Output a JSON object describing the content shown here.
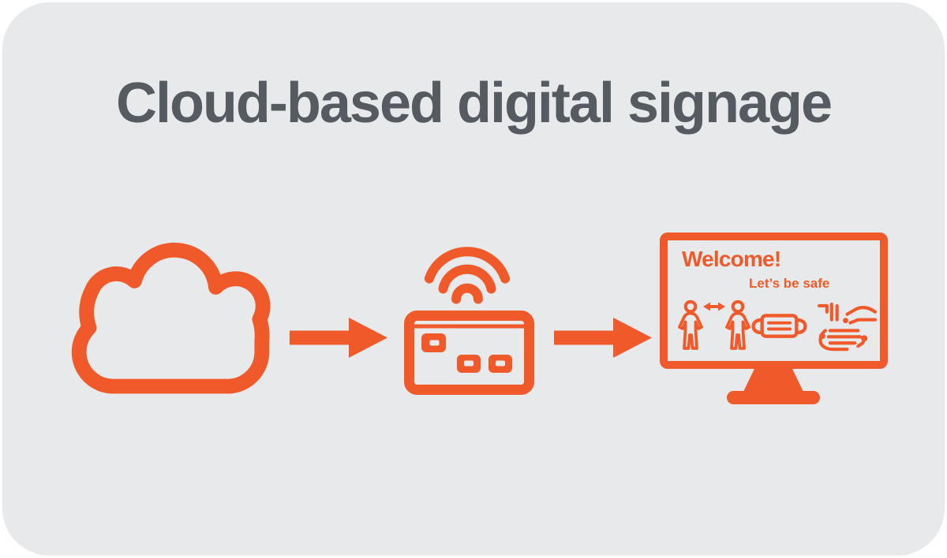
{
  "title": "Cloud-based digital signage",
  "colors": {
    "accent": "#F05A2B",
    "title_text": "#565B62",
    "card_background": "#E8E9EA",
    "page_background": "#FFFFFF"
  },
  "flow": {
    "steps": [
      {
        "icon": "cloud-icon"
      },
      {
        "icon": "arrow-right-icon"
      },
      {
        "icon": "wifi-media-player-icon"
      },
      {
        "icon": "arrow-right-icon"
      },
      {
        "icon": "digital-signage-monitor-icon"
      }
    ]
  },
  "monitor_screen": {
    "heading": "Welcome!",
    "subheading": "Let’s be safe",
    "icons": [
      "social-distancing-icon",
      "face-mask-icon",
      "hand-washing-icon"
    ]
  }
}
